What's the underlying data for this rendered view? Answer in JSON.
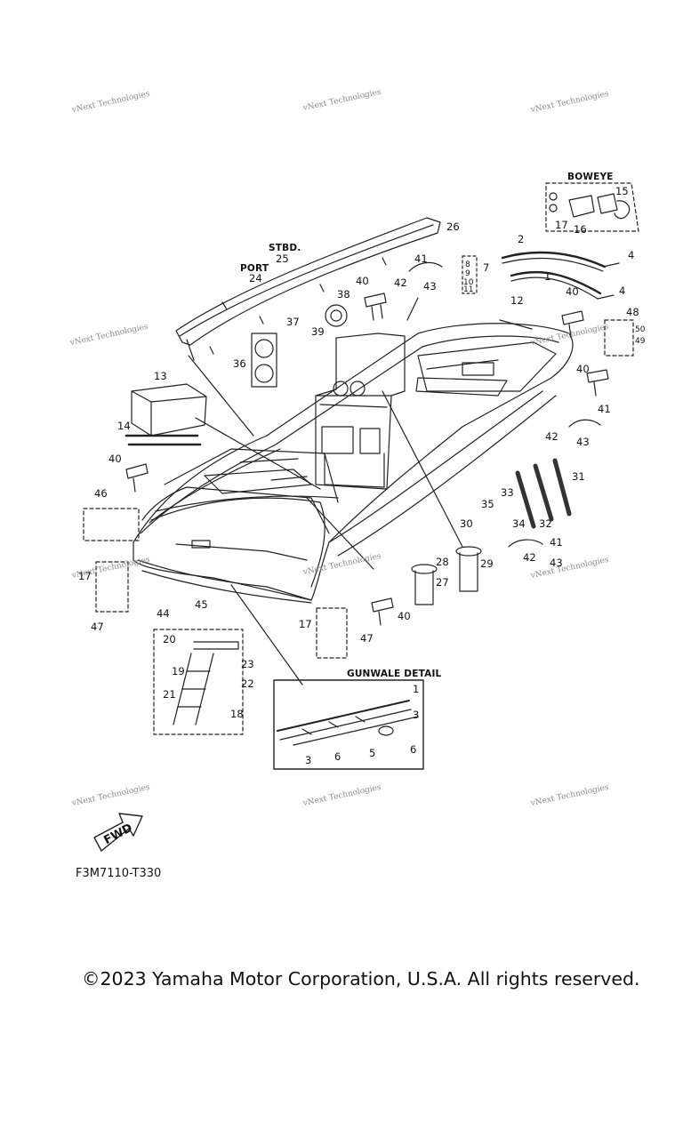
{
  "diagram": {
    "watermark_text": "vNext Technologies",
    "detail_titles": {
      "boweye": "BOWEYE",
      "gunwale": "GUNWALE DETAIL",
      "stbd": "STBD.",
      "port": "PORT"
    },
    "fwd_label": "FWD",
    "part_code": "F3M7110-T330",
    "copyright": "©2023 Yamaha Motor Corporation, U.S.A. All rights reserved."
  },
  "callouts": [
    {
      "id": "c15",
      "label": "15"
    },
    {
      "id": "c17a",
      "label": "17"
    },
    {
      "id": "c16",
      "label": "16"
    },
    {
      "id": "c26",
      "label": "26"
    },
    {
      "id": "c2",
      "label": "2"
    },
    {
      "id": "c4a",
      "label": "4"
    },
    {
      "id": "c1a",
      "label": "1"
    },
    {
      "id": "c4b",
      "label": "4"
    },
    {
      "id": "c25",
      "label": "25"
    },
    {
      "id": "c24",
      "label": "24"
    },
    {
      "id": "c41a",
      "label": "41"
    },
    {
      "id": "c42a",
      "label": "42"
    },
    {
      "id": "c43a",
      "label": "43"
    },
    {
      "id": "c8",
      "label": "8"
    },
    {
      "id": "c9",
      "label": "9"
    },
    {
      "id": "c7",
      "label": "7"
    },
    {
      "id": "c10",
      "label": "10"
    },
    {
      "id": "c11",
      "label": "11"
    },
    {
      "id": "c40a",
      "label": "40"
    },
    {
      "id": "c38",
      "label": "38"
    },
    {
      "id": "c12",
      "label": "12"
    },
    {
      "id": "c40b",
      "label": "40"
    },
    {
      "id": "c48",
      "label": "48"
    },
    {
      "id": "c50",
      "label": "50"
    },
    {
      "id": "c49",
      "label": "49"
    },
    {
      "id": "c37",
      "label": "37"
    },
    {
      "id": "c39",
      "label": "39"
    },
    {
      "id": "c36",
      "label": "36"
    },
    {
      "id": "c13",
      "label": "13"
    },
    {
      "id": "c40c",
      "label": "40"
    },
    {
      "id": "c41b",
      "label": "41"
    },
    {
      "id": "c42b",
      "label": "42"
    },
    {
      "id": "c43b",
      "label": "43"
    },
    {
      "id": "c14",
      "label": "14"
    },
    {
      "id": "c40d",
      "label": "40"
    },
    {
      "id": "c31",
      "label": "31"
    },
    {
      "id": "c46",
      "label": "46"
    },
    {
      "id": "c33",
      "label": "33"
    },
    {
      "id": "c35",
      "label": "35"
    },
    {
      "id": "c34",
      "label": "34"
    },
    {
      "id": "c32",
      "label": "32"
    },
    {
      "id": "c30",
      "label": "30"
    },
    {
      "id": "c41c",
      "label": "41"
    },
    {
      "id": "c28",
      "label": "28"
    },
    {
      "id": "c29",
      "label": "29"
    },
    {
      "id": "c42c",
      "label": "42"
    },
    {
      "id": "c43c",
      "label": "43"
    },
    {
      "id": "c17b",
      "label": "17"
    },
    {
      "id": "c27",
      "label": "27"
    },
    {
      "id": "c44",
      "label": "44"
    },
    {
      "id": "c45",
      "label": "45"
    },
    {
      "id": "c47a",
      "label": "47"
    },
    {
      "id": "c40e",
      "label": "40"
    },
    {
      "id": "c17c",
      "label": "17"
    },
    {
      "id": "c47b",
      "label": "47"
    },
    {
      "id": "c20",
      "label": "20"
    },
    {
      "id": "c19",
      "label": "19"
    },
    {
      "id": "c23",
      "label": "23"
    },
    {
      "id": "c22",
      "label": "22"
    },
    {
      "id": "c21",
      "label": "21"
    },
    {
      "id": "c18",
      "label": "18"
    },
    {
      "id": "c1b",
      "label": "1"
    },
    {
      "id": "c3a",
      "label": "3"
    },
    {
      "id": "c6a",
      "label": "6"
    },
    {
      "id": "c5",
      "label": "5"
    },
    {
      "id": "c6b",
      "label": "6"
    },
    {
      "id": "c3b",
      "label": "3"
    }
  ]
}
